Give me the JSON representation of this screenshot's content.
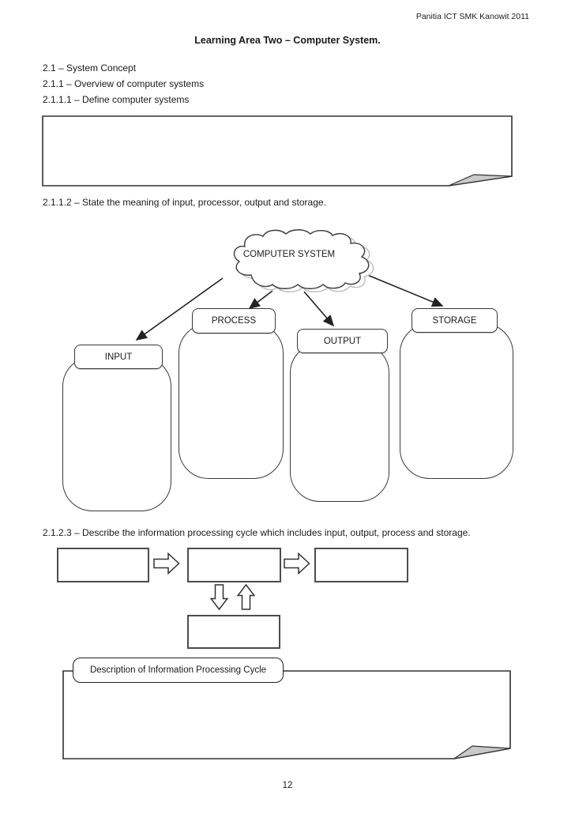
{
  "header": {
    "credit": "Panitia ICT SMK Kanowit 2011",
    "title": "Learning Area Two – Computer System."
  },
  "objectives": {
    "l1": "2.1 – System Concept",
    "l2": "2.1.1 – Overview of computer systems",
    "l3": "2.1.1.1 – Define computer systems",
    "s2112": "2.1.1.2  – State the meaning of input, processor, output and storage.",
    "s2123": "2.1.2.3 – Describe the information processing cycle which includes input, output, process and storage."
  },
  "diagram": {
    "cloud_label": "COMPUTER SYSTEM",
    "input": "INPUT",
    "process": "PROCESS",
    "output": "OUTPUT",
    "storage": "STORAGE"
  },
  "cycle": {
    "description_label": "Description of Information Processing Cycle"
  },
  "footer": {
    "page_number": "12"
  },
  "colors": {
    "ink": "#1a1a1a",
    "border_dark": "#303030",
    "fold_gray": "#c9c9c9",
    "cloud_shadow": "#b8b8b8"
  }
}
